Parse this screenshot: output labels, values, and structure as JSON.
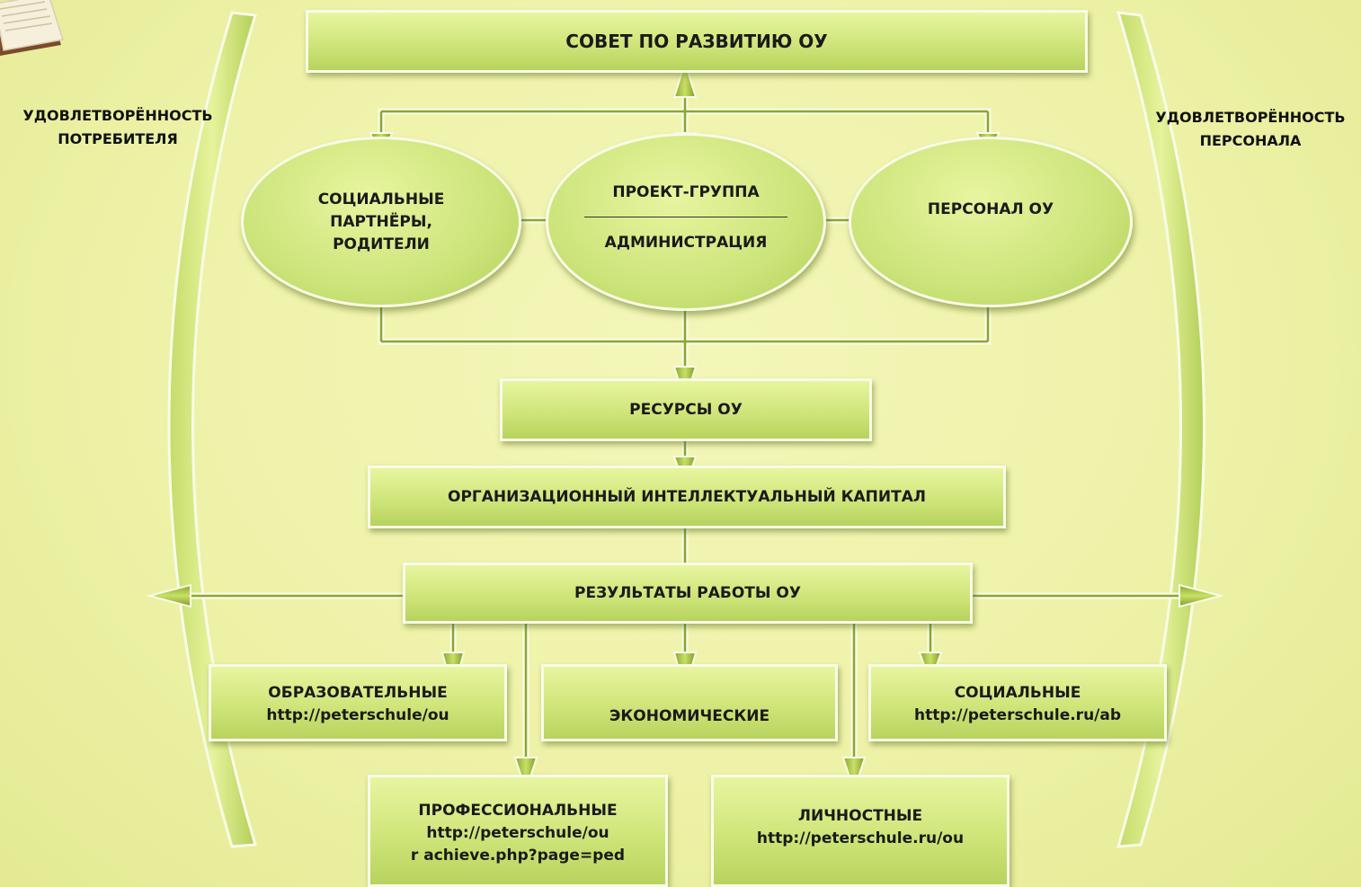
{
  "council": "СОВЕТ ПО РАЗВИТИЮ ОУ",
  "left_label": [
    "УДОВЛЕТВОРЁННОСТЬ",
    "ПОТРЕБИТЕЛЯ"
  ],
  "right_label": [
    "УДОВЛЕТВОРЁННОСТЬ",
    "ПЕРСОНАЛА"
  ],
  "partners": [
    "СОЦИАЛЬНЫЕ",
    "ПАРТНЁРЫ,",
    "РОДИТЕЛИ"
  ],
  "project_group": "ПРОЕКТ-ГРУППА",
  "administration": "АДМИНИСТРАЦИЯ",
  "staff": "ПЕРСОНАЛ ОУ",
  "resources": "РЕСУРСЫ ОУ",
  "capital": "ОРГАНИЗАЦИОННЫЙ ИНТЕЛЛЕКТУАЛЬНЫЙ КАПИТАЛ",
  "results": "РЕЗУЛЬТАТЫ РАБОТЫ ОУ",
  "educational": [
    "ОБРАЗОВАТЕЛЬНЫЕ",
    "http://peterschule/ou"
  ],
  "economic": "ЭКОНОМИЧЕСКИЕ",
  "social": [
    "СОЦИАЛЬНЫЕ",
    "http://peterschule.ru/ab"
  ],
  "professional": [
    "ПРОФЕССИОНАЛЬНЫЕ",
    "http://peterschule/ou",
    "r achieve.php?page=ped"
  ],
  "personal": [
    "ЛИЧНОСТНЫЕ",
    "http://peterschule.ru/ou"
  ]
}
